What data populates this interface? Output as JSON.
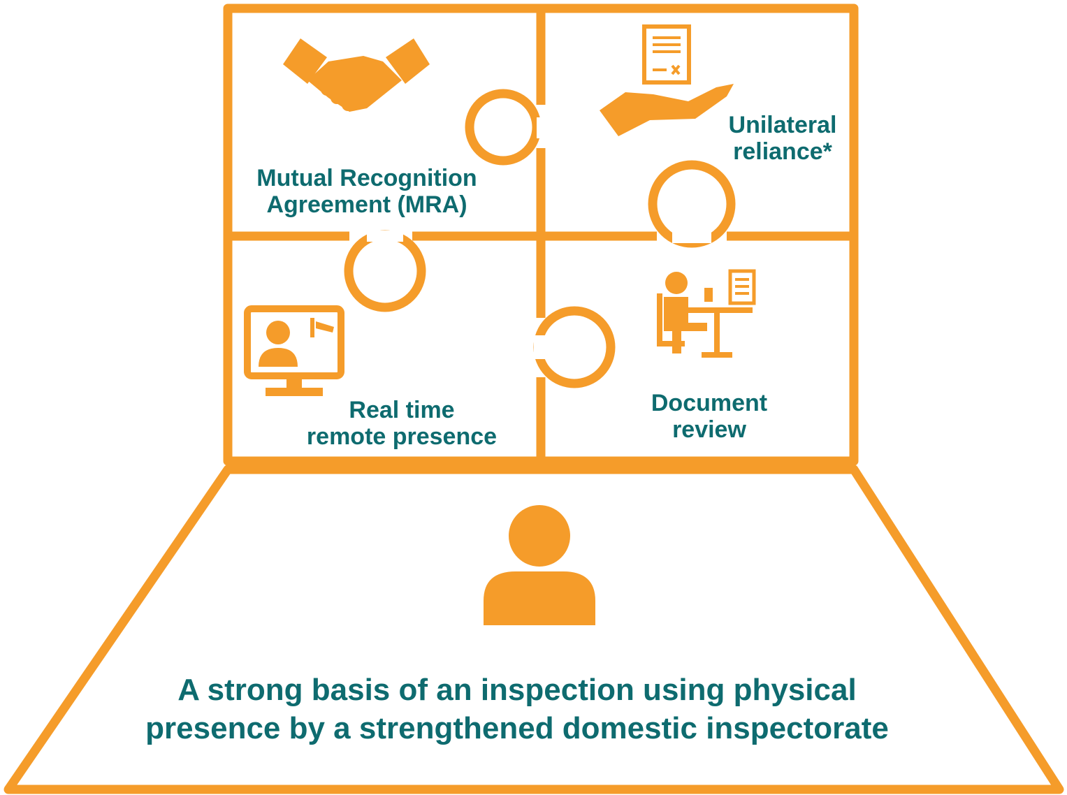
{
  "pieces": {
    "mra": {
      "line1": "Mutual Recognition",
      "line2": "Agreement (MRA)",
      "icon": "handshake-icon"
    },
    "unilateral": {
      "line1": "Unilateral",
      "line2": "reliance*",
      "icon": "hand-document-icon"
    },
    "remote": {
      "line1": "Real time",
      "line2": "remote presence",
      "icon": "monitor-camera-icon"
    },
    "document": {
      "line1": "Document",
      "line2": "review",
      "icon": "desk-worker-icon"
    }
  },
  "base": {
    "line1": "A strong basis of an inspection using physical",
    "line2": "presence by a strengthened domestic inspectorate",
    "icon": "person-icon"
  },
  "colors": {
    "accent": "#f59c2a",
    "text": "#0e6b6f",
    "background": "#ffffff"
  }
}
